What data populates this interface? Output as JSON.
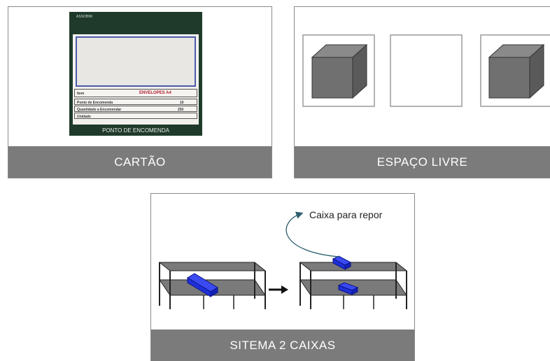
{
  "panels": {
    "cartao": {
      "caption": "CARTÃO"
    },
    "espaco_livre": {
      "caption": "ESPAÇO LIVRE"
    },
    "sistema": {
      "caption": "SITEMA 2 CAIXAS",
      "annotation": "Caixa para repor"
    }
  },
  "card": {
    "logo": "ASSOBIM",
    "item_label": "Item",
    "item_value": "ENVELOPES A4",
    "rows": [
      {
        "label": "Ponto de Encomenda",
        "value": "10"
      },
      {
        "label": "Quantidade a Encomendar",
        "value": "250"
      },
      {
        "label": "Unidade",
        "value": ""
      }
    ],
    "footer": "PONTO DE ENCOMENDA"
  },
  "colors": {
    "caption_bg": "#7b7b7b",
    "box_face": "#6f6f6f",
    "bin_blue": "#1f2fd9",
    "arrow": "#2b5f6e",
    "card_green": "#1f3a2a",
    "card_item_red": "#b01e2e"
  }
}
